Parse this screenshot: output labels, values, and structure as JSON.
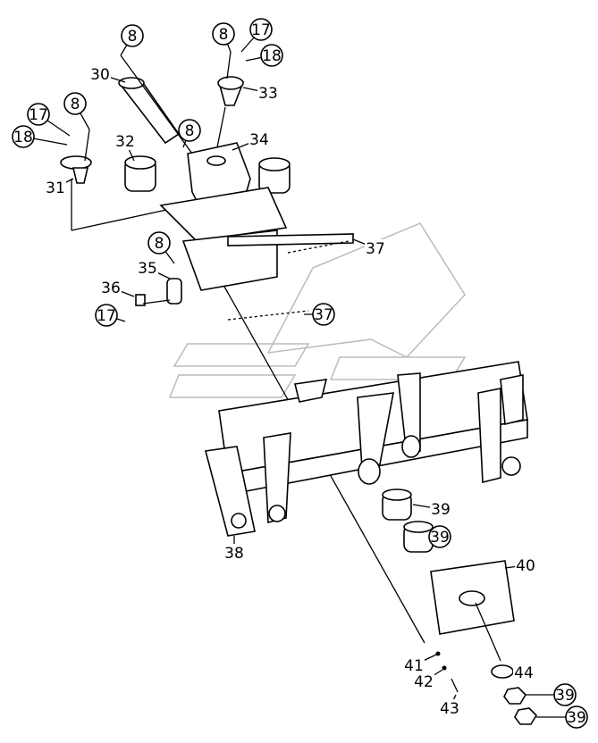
{
  "title": "Exploded parts diagram - quick coupler frame assembly",
  "colors": {
    "line": "#000000",
    "background": "#ffffff",
    "watermark": "#bbbbbb"
  },
  "callouts": [
    {
      "number": "8",
      "circled": true
    },
    {
      "number": "30",
      "circled": false
    },
    {
      "number": "8",
      "circled": true
    },
    {
      "number": "17",
      "circled": true
    },
    {
      "number": "18",
      "circled": true
    },
    {
      "number": "33",
      "circled": false
    },
    {
      "number": "8",
      "circled": true
    },
    {
      "number": "17",
      "circled": true
    },
    {
      "number": "18",
      "circled": true
    },
    {
      "number": "8",
      "circled": true
    },
    {
      "number": "34",
      "circled": false
    },
    {
      "number": "32",
      "circled": false
    },
    {
      "number": "31",
      "circled": false
    },
    {
      "number": "37",
      "circled": false
    },
    {
      "number": "8",
      "circled": true
    },
    {
      "number": "35",
      "circled": false
    },
    {
      "number": "36",
      "circled": false
    },
    {
      "number": "17",
      "circled": true
    },
    {
      "number": "37",
      "circled": true
    },
    {
      "number": "39",
      "circled": false
    },
    {
      "number": "39",
      "circled": true
    },
    {
      "number": "40",
      "circled": false
    },
    {
      "number": "38",
      "circled": false
    },
    {
      "number": "41",
      "circled": false
    },
    {
      "number": "42",
      "circled": false
    },
    {
      "number": "44",
      "circled": false
    },
    {
      "number": "43",
      "circled": false
    },
    {
      "number": "39",
      "circled": true
    },
    {
      "number": "39",
      "circled": true
    }
  ]
}
